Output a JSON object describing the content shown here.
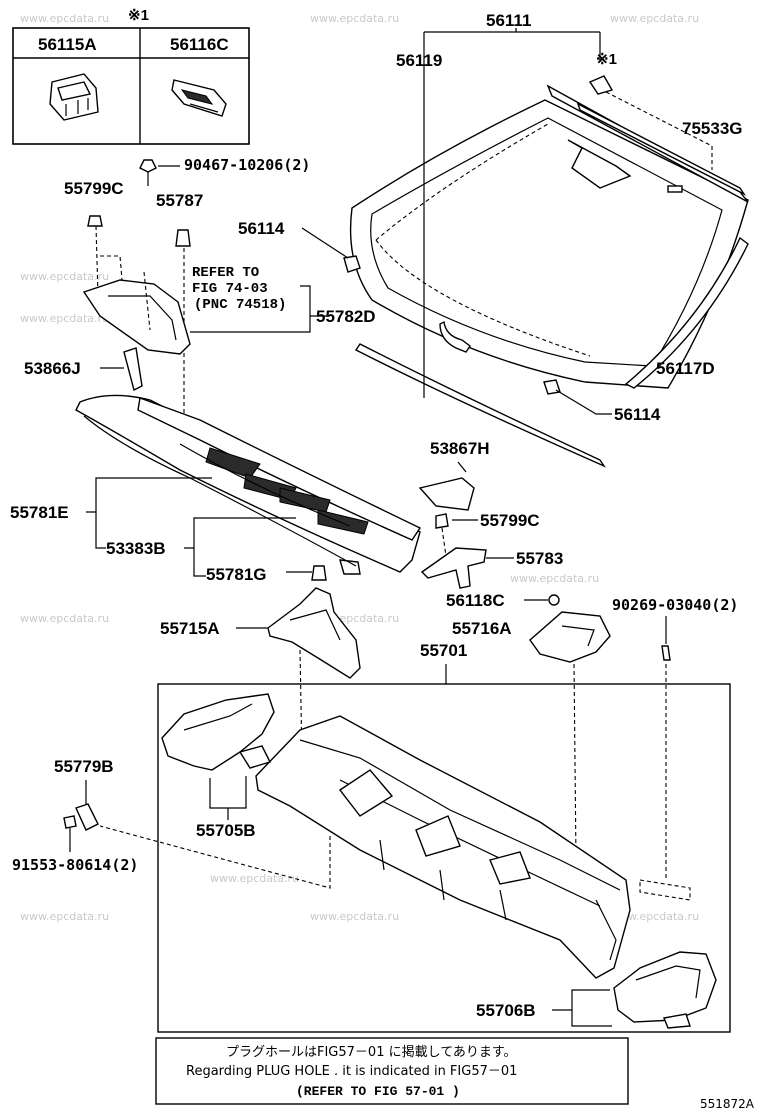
{
  "watermark": "www.epcdata.ru",
  "symbol_note": "※1",
  "inset": {
    "left_part": "56115A",
    "right_part": "56116C"
  },
  "labels": {
    "p56111": "56111",
    "p56119": "56119",
    "p75533G": "75533G",
    "p90467": "90467-10206(2)",
    "p55799C_a": "55799C",
    "p55787": "55787",
    "p56114_a": "56114",
    "refer_1": "REFER TO",
    "refer_2": "FIG 74-03",
    "refer_3": "(PNC 74518)",
    "p55782D": "55782D",
    "p53866J": "53866J",
    "p56117D": "56117D",
    "p56114_b": "56114",
    "p53867H": "53867H",
    "p55781E": "55781E",
    "p55799C_b": "55799C",
    "p53383B": "53383B",
    "p55783": "55783",
    "p55781G": "55781G",
    "p56118C": "56118C",
    "p90269": "90269-03040(2)",
    "p55715A": "55715A",
    "p55716A": "55716A",
    "p55701": "55701",
    "p55779B": "55779B",
    "p55705B": "55705B",
    "p91553": "91553-80614(2)",
    "p55706B": "55706B"
  },
  "note": {
    "line1": "プラグホールはFIG57－01 に掲載してあります。",
    "line2": "Regarding PLUG HOLE . it is indicated in FIG57－01",
    "line3": "(REFER TO FIG  57-01 )"
  },
  "figure_id": "551872A"
}
